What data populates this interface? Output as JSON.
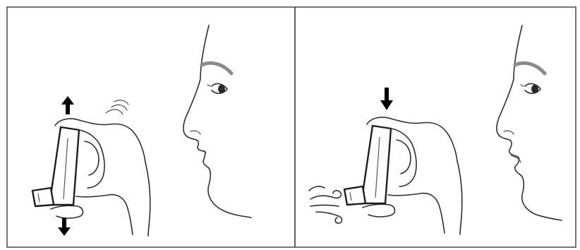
{
  "figure": {
    "panels": [
      {
        "id": "panel-shake",
        "arrows": [
          "up",
          "down"
        ],
        "breath_icon": false
      },
      {
        "id": "panel-exhale",
        "arrows": [
          "down"
        ],
        "breath_icon": true
      }
    ],
    "colors": {
      "ink": "#2f2f2f",
      "arrow": "#000000",
      "eyebrow": "#8a8a8a",
      "background": "#ffffff"
    }
  }
}
